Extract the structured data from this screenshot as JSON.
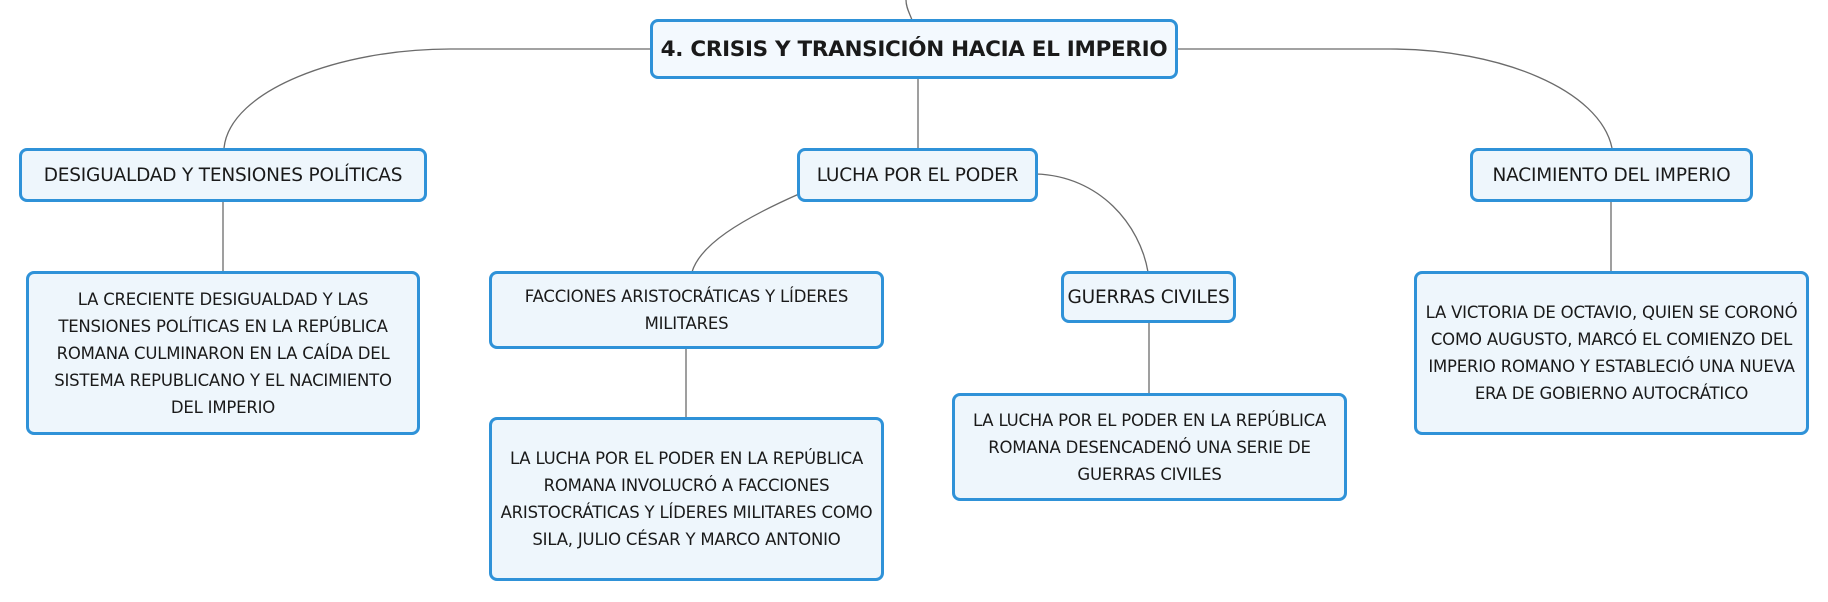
{
  "mindmap": {
    "central": {
      "label": "4. CRISIS Y TRANSICIÓN HACIA EL IMPERIO"
    },
    "topics": {
      "desigualdad": {
        "label": "DESIGUALDAD Y TENSIONES POLÍTICAS",
        "detail": "LA CRECIENTE DESIGUALDAD Y LAS TENSIONES POLÍTICAS EN LA REPÚBLICA ROMANA CULMINARON EN LA CAÍDA DEL SISTEMA REPUBLICANO Y EL NACIMIENTO DEL IMPERIO"
      },
      "lucha": {
        "label": "LUCHA POR EL PODER",
        "subtopics": {
          "facciones": {
            "label": "FACCIONES ARISTOCRÁTICAS Y LÍDERES MILITARES",
            "detail": "LA LUCHA POR EL PODER EN LA REPÚBLICA ROMANA INVOLUCRÓ A FACCIONES ARISTOCRÁTICAS Y LÍDERES MILITARES COMO SILA, JULIO CÉSAR Y MARCO ANTONIO"
          },
          "guerras": {
            "label": "GUERRAS CIVILES",
            "detail": "LA LUCHA POR EL PODER EN LA REPÚBLICA ROMANA DESENCADENÓ UNA SERIE DE GUERRAS CIVILES"
          }
        }
      },
      "nacimiento": {
        "label": "NACIMIENTO DEL IMPERIO",
        "detail": "LA VICTORIA DE OCTAVIO, QUIEN SE CORONÓ COMO AUGUSTO, MARCÓ EL COMIENZO DEL IMPERIO ROMANO Y ESTABLECIÓ UNA NUEVA ERA DE GOBIERNO AUTOCRÁTICO"
      }
    }
  }
}
